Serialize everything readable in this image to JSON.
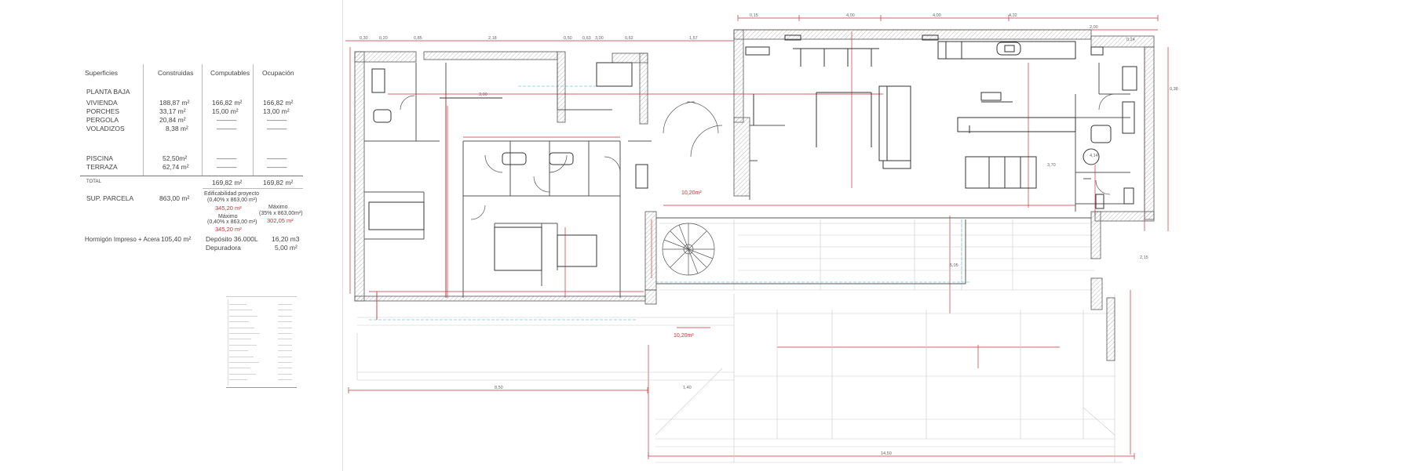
{
  "table": {
    "headers": [
      "Superficies",
      "Construidas",
      "Computables",
      "Ocupación"
    ],
    "section_title": "PLANTA BAJA",
    "rows": [
      {
        "label": "VIVIENDA",
        "construidas": "188,87 m²",
        "computables": "166,82 m²",
        "ocupacion": "166,82 m²"
      },
      {
        "label": "PORCHES",
        "construidas": "33,17 m²",
        "computables": "15,00 m²",
        "ocupacion": "13,00 m²"
      },
      {
        "label": "PERGOLA",
        "construidas": "20,84 m²",
        "computables": "———",
        "ocupacion": "———"
      },
      {
        "label": "VOLADIZOS",
        "construidas": "8,38 m²",
        "computables": "———",
        "ocupacion": "———"
      },
      {
        "label": "PISCINA",
        "construidas": "52,50m²",
        "computables": "———",
        "ocupacion": "———"
      },
      {
        "label": "TERRAZA",
        "construidas": "62,74 m²",
        "computables": "———",
        "ocupacion": "———"
      }
    ],
    "total_label": "TOTAL",
    "total_computables": "169,82 m²",
    "total_ocupacion": "169,82 m²",
    "parcela_label": "SUP. PARCELA",
    "parcela_value": "863,00 m²",
    "edif_note_1": "Edificabilidad proyecto",
    "edif_note_2": "(0,40% x 863,00 m²)",
    "edif_value": "345,20 m²",
    "max_label": "Máximo",
    "max_note": "(0,40% x 863,00 m²)",
    "max_value": "345,20 m²",
    "ocup_max_label": "Máximo",
    "ocup_max_note": "(35% x 863,00m²)",
    "ocup_max_value": "302,05 m²",
    "imper_label": "Hormigón Impreso + Acera",
    "imper_value": "105,40 m²",
    "deposito_label": "Depósito 36.000L",
    "deposito_value": "16,20 m3",
    "depuradora_label": "Depuradora",
    "depuradora_value": "5,00 m²"
  },
  "dims": {
    "top": [
      "0,15",
      "4,00",
      "4,00",
      "4,32",
      "2,00",
      "0,24",
      "0,38"
    ],
    "left_top": [
      "0,30",
      "0,20",
      "0,85",
      "2,18",
      "0,50",
      "3,00",
      "0,62",
      "0,63",
      "1,57",
      "3,00"
    ],
    "bottom": [
      "14,50",
      "8,50",
      "1,40"
    ],
    "vert": [
      "2,15",
      "5,05",
      "4,14",
      "3,70"
    ]
  },
  "areas": [
    "10,20m²",
    "10,20m²"
  ],
  "colors": {
    "wall": "#555555",
    "hatch": "#aaaaaa",
    "dim": "#c4343a",
    "light": "#bcbcbc",
    "cyan": "#7fc6c8"
  }
}
